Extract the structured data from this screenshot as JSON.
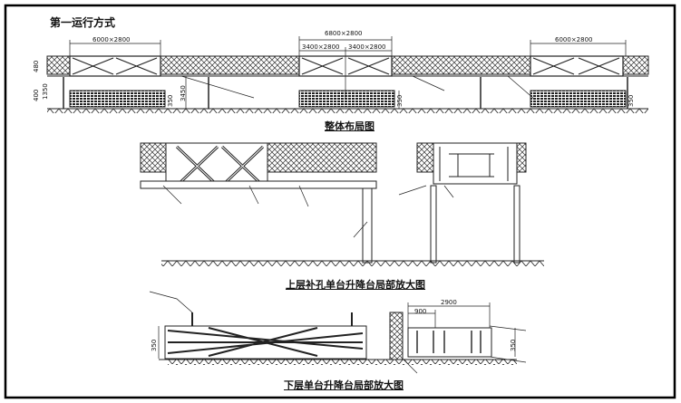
{
  "drawing": {
    "main_title": "第一运行方式",
    "overall": {
      "caption": "整体布局图",
      "dims": {
        "left_span": "6000×2800",
        "center_span": "6800×2800",
        "center_half_a": "3400×2800",
        "center_half_b": "3400×2800",
        "right_span": "6000×2800",
        "height_total": "3450",
        "left_a": "480",
        "left_b": "1350",
        "left_c": "400",
        "lift_h1": "350",
        "lift_h2": "350",
        "lift_h3": "350"
      }
    },
    "upper_detail": {
      "caption": "上层补孔单台升降台局部放大图"
    },
    "lower_detail": {
      "caption": "下层单台升降台局部放大图",
      "dims": {
        "height_left": "350",
        "width_total": "2900",
        "width_part": "900",
        "height_right": "350"
      }
    }
  }
}
